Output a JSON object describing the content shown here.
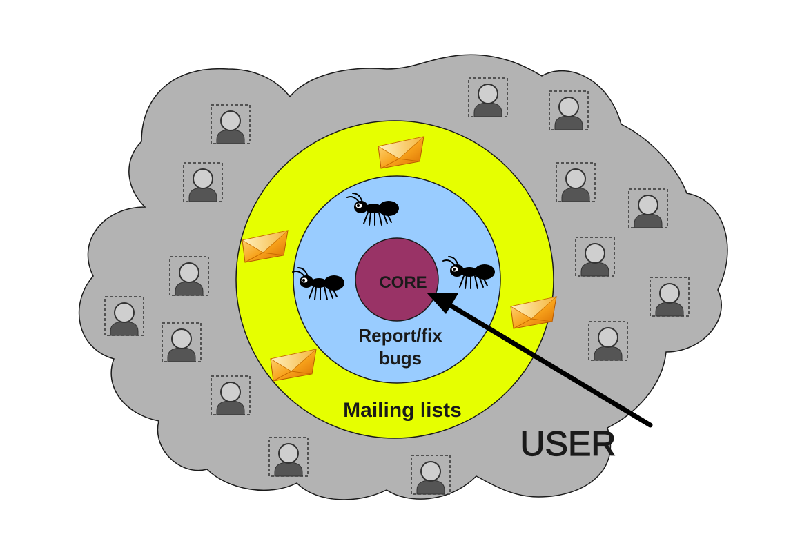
{
  "labels": {
    "core": "CORE",
    "bugs_line1": "Report/fix",
    "bugs_line2": "bugs",
    "mailing": "Mailing lists",
    "user": "USER"
  },
  "colors": {
    "cloud": "#b3b3b3",
    "ring_outer": "#e6ff00",
    "ring_middle": "#99ccff",
    "core": "#993366",
    "text_dark": "#1a1a1a"
  },
  "icons": {
    "user": "user-avatar-icon",
    "envelope": "envelope-icon",
    "ant": "ant-icon",
    "arrow": "arrow-icon"
  }
}
